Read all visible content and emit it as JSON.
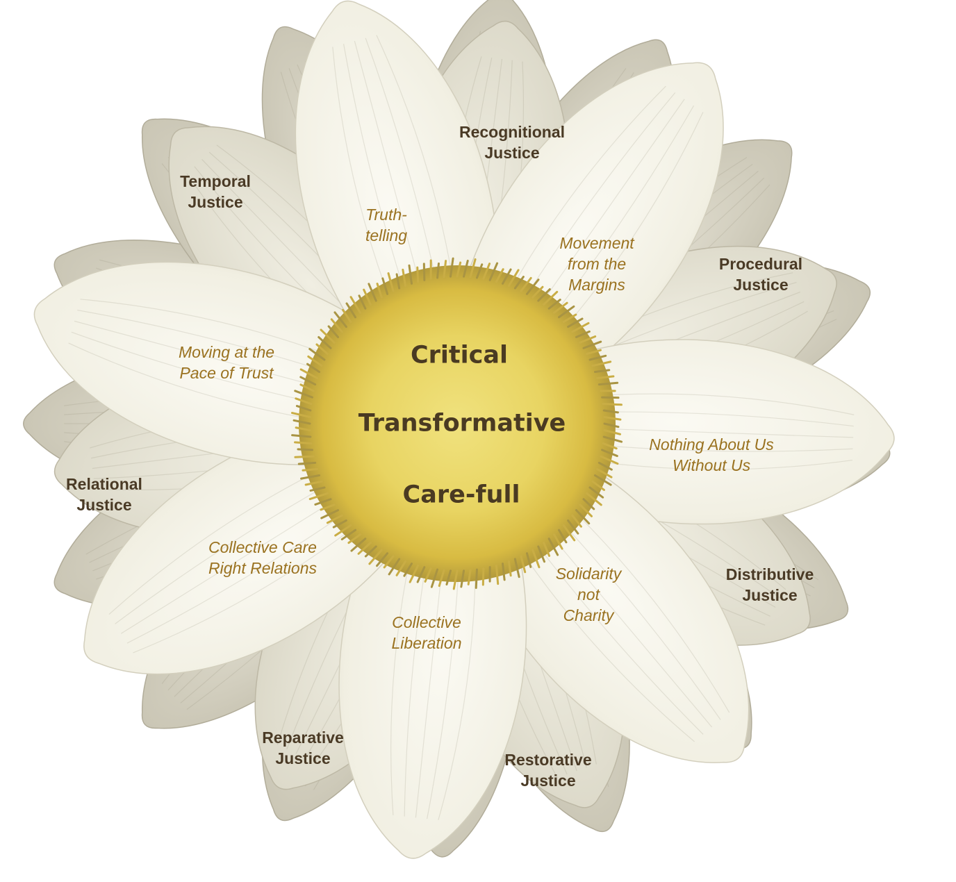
{
  "center": {
    "line1": "Critical",
    "line2": "Transformative",
    "line3": "Care-full"
  },
  "outer_petals": [
    {
      "id": "recognitional",
      "label": "Recognitional\nJustice"
    },
    {
      "id": "procedural",
      "label": "Procedural\nJustice"
    },
    {
      "id": "distributive",
      "label": "Distributive\nJustice"
    },
    {
      "id": "restorative",
      "label": "Restorative\nJustice"
    },
    {
      "id": "reparative",
      "label": "Reparative\nJustice"
    },
    {
      "id": "relational",
      "label": "Relational\nJustice"
    },
    {
      "id": "temporal",
      "label": "Temporal\nJustice"
    }
  ],
  "inner_petals": [
    {
      "id": "truth-telling",
      "label": "Truth-\ntelling"
    },
    {
      "id": "movement",
      "label": "Movement\nfrom the\nMargins"
    },
    {
      "id": "nothing-about-us",
      "label": "Nothing About Us\nWithout Us"
    },
    {
      "id": "solidarity",
      "label": "Solidarity\nnot\nCharity"
    },
    {
      "id": "collective-liberation",
      "label": "Collective\nLiberation"
    },
    {
      "id": "collective-care",
      "label": "Collective Care\nRight Relations"
    },
    {
      "id": "moving-at-pace",
      "label": "Moving at the\nPace of Trust"
    }
  ],
  "colors": {
    "outer_text": "#4a3a25",
    "inner_text": "#9a7220",
    "center_text": "#4a3a22",
    "disk": "#e6d25e",
    "petal_front": "#f1efe3",
    "petal_back": "#cfcbbb"
  }
}
